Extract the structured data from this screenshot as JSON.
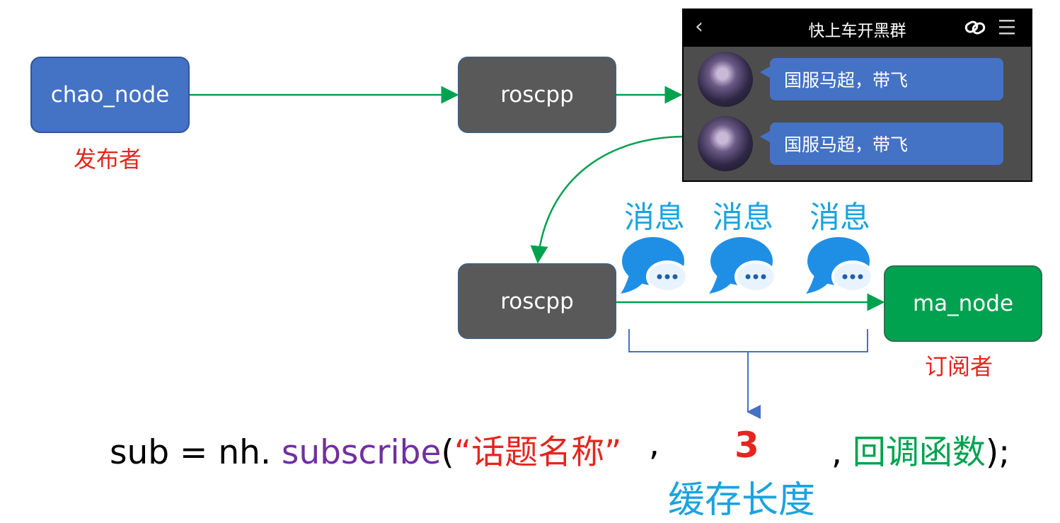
{
  "publisher": {
    "name": "chao_node",
    "role": "发布者",
    "color": "#4472c4"
  },
  "ros_publish": {
    "name": "roscpp"
  },
  "ros_subscribe": {
    "name": "roscpp"
  },
  "subscriber": {
    "name": "ma_node",
    "role": "订阅者",
    "color": "#00a24f"
  },
  "chat_window": {
    "title": "快上车开黑群",
    "messages": [
      {
        "text": "国服马超，带飞"
      },
      {
        "text": "国服马超，带飞"
      }
    ]
  },
  "queue": {
    "messages": [
      {
        "label": "消息",
        "icon": "speech-bubble-icon"
      },
      {
        "label": "消息",
        "icon": "speech-bubble-icon"
      },
      {
        "label": "消息",
        "icon": "speech-bubble-icon"
      }
    ],
    "label": "缓存长度"
  },
  "code": {
    "prefix": "sub = nh. ",
    "function": "subscribe",
    "open_paren": "(",
    "topic": "“话题名称”",
    "separator": " ,",
    "queue_size": "3",
    "tail_comma": " , ",
    "callback": "回调函数",
    "close": ");"
  },
  "colors": {
    "arrow": "#00a24f",
    "bracket": "#4472c4",
    "accent_red": "#e5261f",
    "accent_blue": "#1aa3e0",
    "function_purple": "#7030a0"
  }
}
